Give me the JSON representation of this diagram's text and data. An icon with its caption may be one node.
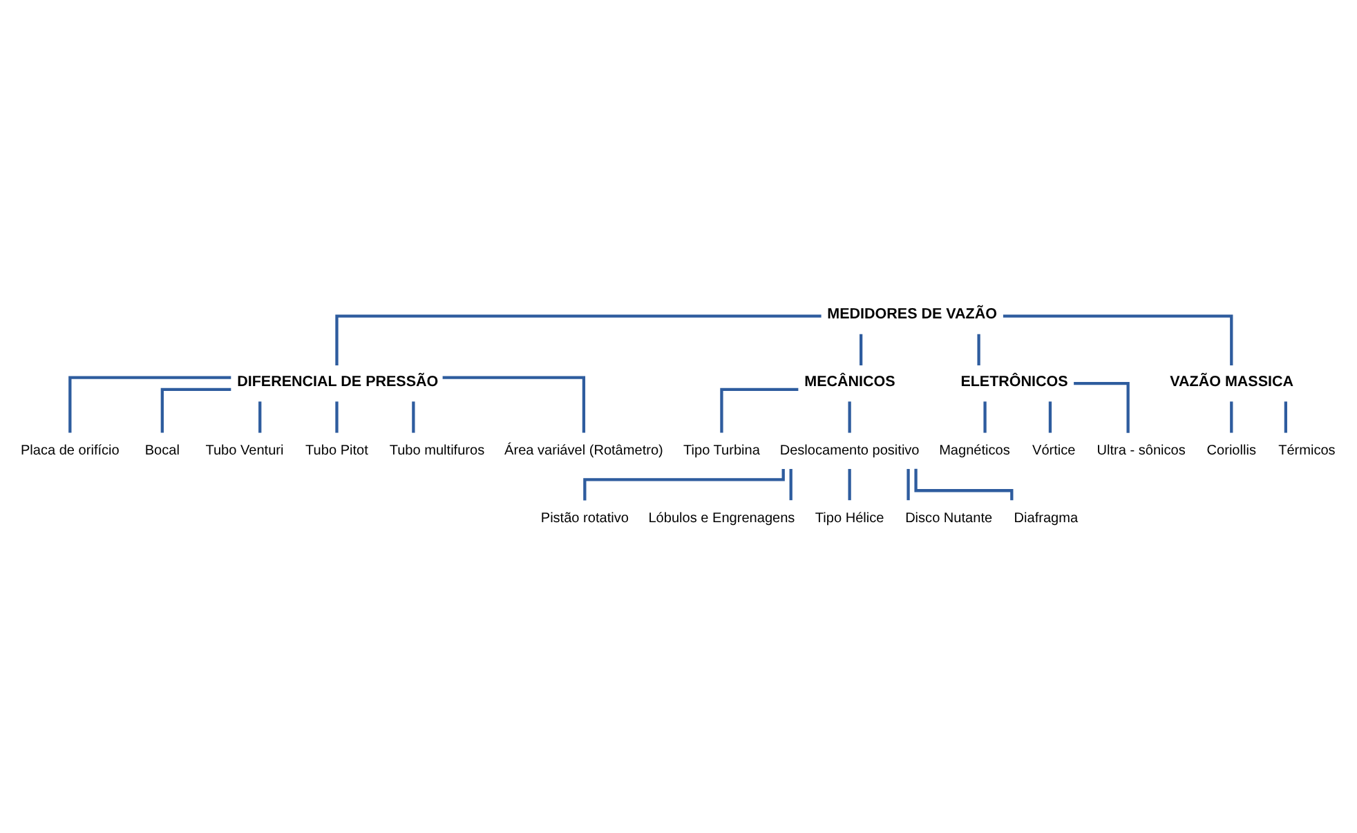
{
  "diagram": {
    "nodes": [
      {
        "text": [
          "MEDIDORES DE VAZÃO"
        ]
      },
      {
        "text": [
          "DIFERENCIAL DE PRESSÃO"
        ]
      },
      {
        "text": [
          "MECÂNICOS"
        ]
      },
      {
        "text": [
          "ELETRÔNICOS"
        ]
      },
      {
        "text": [
          "VAZÃO MASSICA"
        ]
      },
      {
        "text": [
          "Placa de orifício"
        ]
      },
      {
        "text": [
          "Bocal"
        ]
      },
      {
        "text": [
          "Tubo Venturi"
        ]
      },
      {
        "text": [
          "Tubo Pitot"
        ]
      },
      {
        "text": [
          "Tubo multifuros"
        ]
      },
      {
        "text": [
          "Área variável (Rotâmetro)"
        ]
      },
      {
        "text": [
          "Tipo Turbina"
        ]
      },
      {
        "text": [
          "Deslocamento positivo"
        ]
      },
      {
        "text": [
          "Pistão rotativo"
        ]
      },
      {
        "text": [
          "Lóbulos e Engrenagens"
        ]
      },
      {
        "text": [
          "Tipo Hélice"
        ]
      },
      {
        "text": [
          "Disco Nutante"
        ]
      },
      {
        "text": [
          "Diafragma"
        ]
      },
      {
        "text": [
          "Magnéticos"
        ]
      },
      {
        "text": [
          "Vórtice"
        ]
      },
      {
        "text": [
          "Ultra - sônicos"
        ]
      },
      {
        "text": [
          "Coriollis"
        ]
      },
      {
        "text": [
          "Térmicos"
        ]
      }
    ],
    "edges": [
      {
        "from": 0,
        "to": 1,
        "arrow": "none"
      },
      {
        "from": 0,
        "to": 2,
        "arrow": "none"
      },
      {
        "from": 0,
        "to": 3,
        "arrow": "none"
      },
      {
        "from": 0,
        "to": 4,
        "arrow": "none"
      },
      {
        "from": 1,
        "to": 5,
        "arrow": "none"
      },
      {
        "from": 1,
        "to": 6,
        "arrow": "none"
      },
      {
        "from": 1,
        "to": 7,
        "arrow": "none"
      },
      {
        "from": 1,
        "to": 8,
        "arrow": "none"
      },
      {
        "from": 1,
        "to": 9,
        "arrow": "none"
      },
      {
        "from": 1,
        "to": 10,
        "arrow": "none"
      },
      {
        "from": 2,
        "to": 11,
        "arrow": "none"
      },
      {
        "from": 2,
        "to": 12,
        "arrow": "none"
      },
      {
        "from": 12,
        "to": 13,
        "arrow": "none"
      },
      {
        "from": 12,
        "to": 14,
        "arrow": "none"
      },
      {
        "from": 12,
        "to": 15,
        "arrow": "none"
      },
      {
        "from": 12,
        "to": 16,
        "arrow": "none"
      },
      {
        "from": 12,
        "to": 17,
        "arrow": "none"
      },
      {
        "from": 3,
        "to": 18,
        "arrow": "none"
      },
      {
        "from": 3,
        "to": 19,
        "arrow": "none"
      },
      {
        "from": 3,
        "to": 20,
        "arrow": "none"
      },
      {
        "from": 4,
        "to": 21,
        "arrow": "none"
      },
      {
        "from": 4,
        "to": 22,
        "arrow": "none"
      }
    ]
  }
}
